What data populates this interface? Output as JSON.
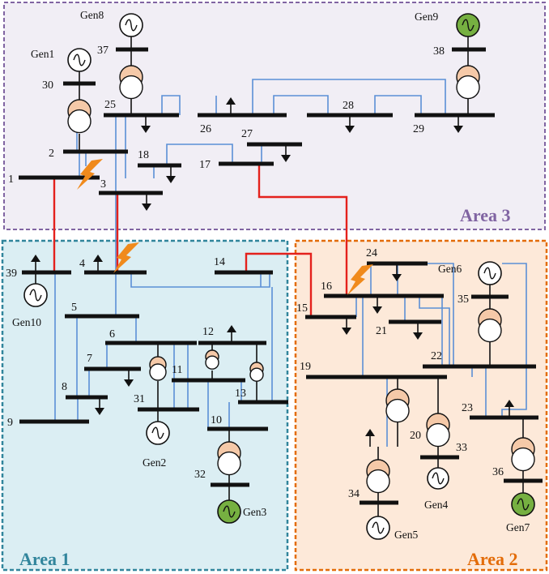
{
  "areas": [
    {
      "id": "area3",
      "label": "Area 3",
      "color": "#8064a2",
      "fill": "#f1eef5"
    },
    {
      "id": "area1",
      "label": "Area 1",
      "color": "#31859c",
      "fill": "#dbeef3"
    },
    {
      "id": "area2",
      "label": "Area 2",
      "color": "#e36c09",
      "fill": "#fde9d9"
    }
  ],
  "buses": [
    "1",
    "2",
    "3",
    "4",
    "5",
    "6",
    "7",
    "8",
    "9",
    "10",
    "11",
    "12",
    "13",
    "14",
    "15",
    "16",
    "17",
    "18",
    "19",
    "20",
    "21",
    "22",
    "23",
    "24",
    "25",
    "26",
    "27",
    "28",
    "29",
    "30",
    "31",
    "32",
    "33",
    "34",
    "35",
    "36",
    "37",
    "38",
    "39"
  ],
  "generators": [
    {
      "label": "Gen1",
      "bus": "30",
      "style": "white"
    },
    {
      "label": "Gen2",
      "bus": "31",
      "style": "white"
    },
    {
      "label": "Gen3",
      "bus": "32",
      "style": "green"
    },
    {
      "label": "Gen4",
      "bus": "33",
      "style": "white"
    },
    {
      "label": "Gen5",
      "bus": "34",
      "style": "white"
    },
    {
      "label": "Gen6",
      "bus": "35",
      "style": "white"
    },
    {
      "label": "Gen7",
      "bus": "36",
      "style": "green"
    },
    {
      "label": "Gen8",
      "bus": "37",
      "style": "white"
    },
    {
      "label": "Gen9",
      "bus": "38",
      "style": "green"
    },
    {
      "label": "Gen10",
      "bus": "39",
      "style": "white"
    }
  ],
  "colors": {
    "line": "#5b8fd6",
    "tie_line": "#e4211c",
    "fault": "#f08a1c",
    "gen_green": "#76b041",
    "transformer": "#f5c9a8"
  }
}
